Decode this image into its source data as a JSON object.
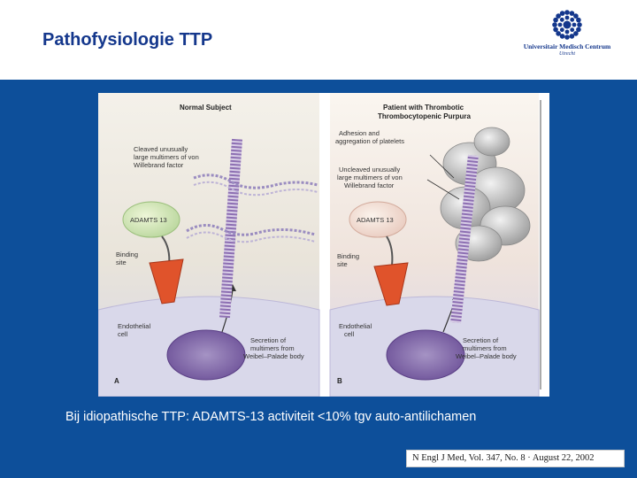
{
  "slide": {
    "title": "Pathofysiologie TTP",
    "caption": "Bij idiopathische TTP:  ADAMTS-13 activiteit <10%  tgv auto-antilichamen",
    "citation": "N Engl J Med, Vol. 347, No. 8  ·  August 22, 2002",
    "colors": {
      "title": "#14378c",
      "band": "#0d4f9a",
      "caption": "#ffffff"
    }
  },
  "logo": {
    "name": "Universitair Medisch Centrum",
    "city": "Utrecht",
    "icon": "sun-rosette-icon"
  },
  "figure": {
    "panel_a": {
      "letter": "A",
      "title": "Normal Subject",
      "cleaved_1": "Cleaved unusually",
      "cleaved_2": "large multimers of von",
      "cleaved_3": "Willebrand factor",
      "enzyme": "ADAMTS 13",
      "binding_1": "Binding",
      "binding_2": "site",
      "endo_1": "Endothelial",
      "endo_2": "cell",
      "secretion_1": "Secretion of",
      "secretion_2": "multimers from",
      "secretion_3": "Weibel–Palade body"
    },
    "panel_b": {
      "letter": "B",
      "title_1": "Patient with Thrombotic",
      "title_2": "Thrombocytopenic Purpura",
      "adhesion_1": "Adhesion and",
      "adhesion_2": "aggregation of platelets",
      "uncleaved_1": "Uncleaved unusually",
      "uncleaved_2": "large multimers of von",
      "uncleaved_3": "Willebrand factor",
      "enzyme": "ADAMTS 13",
      "binding_1": "Binding",
      "binding_2": "site",
      "endo_1": "Endothelial",
      "endo_2": "cell",
      "secretion_1": "Secretion of",
      "secretion_2": "multimers from",
      "secretion_3": "Weibel–Palade body"
    }
  }
}
